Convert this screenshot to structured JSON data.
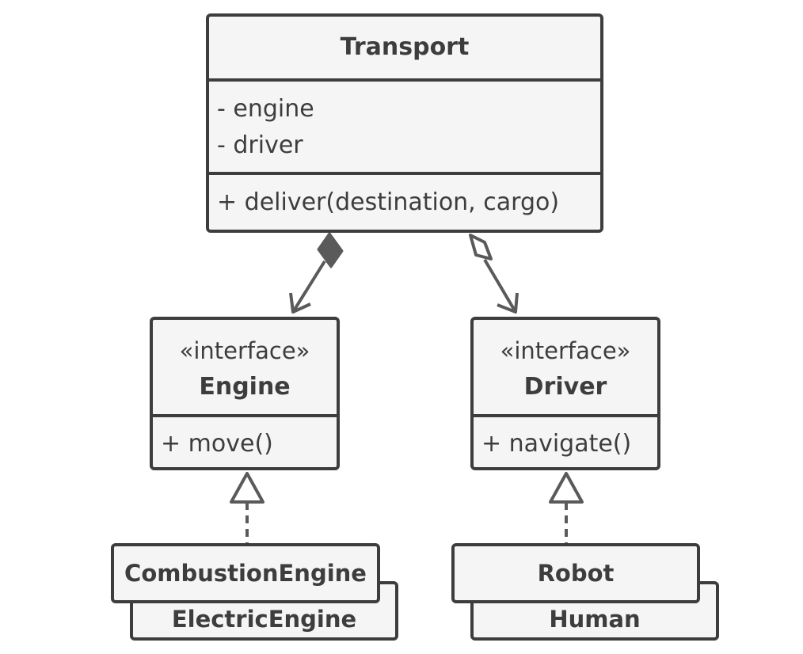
{
  "transport": {
    "name": "Transport",
    "fields": [
      "- engine",
      "- driver"
    ],
    "methods": [
      "+ deliver(destination, cargo)"
    ]
  },
  "engine": {
    "stereotype": "«interface»",
    "name": "Engine",
    "methods": [
      "+ move()"
    ]
  },
  "driver": {
    "stereotype": "«interface»",
    "name": "Driver",
    "methods": [
      "+ navigate()"
    ]
  },
  "engine_impls": {
    "front": "CombustionEngine",
    "back": "ElectricEngine"
  },
  "driver_impls": {
    "front": "Robot",
    "back": "Human"
  },
  "relations": [
    {
      "from": "Transport",
      "to": "Engine",
      "kind": "composition"
    },
    {
      "from": "Transport",
      "to": "Driver",
      "kind": "aggregation"
    },
    {
      "from": "CombustionEngine",
      "to": "Engine",
      "kind": "realization"
    },
    {
      "from": "Robot",
      "to": "Driver",
      "kind": "realization"
    }
  ],
  "colors": {
    "line": "#3d3d3d",
    "box_fill": "#f5f5f5",
    "connector": "#5a5a5a"
  }
}
